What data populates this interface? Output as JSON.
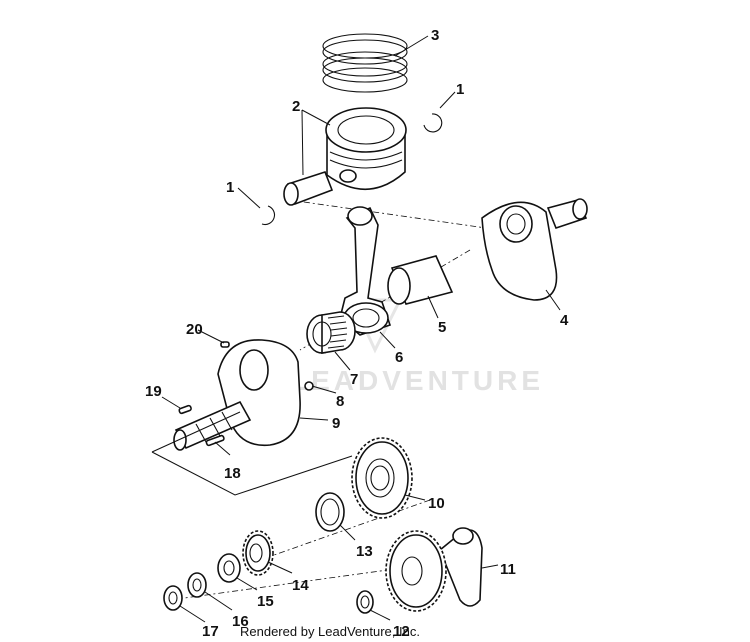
{
  "watermark": "LEADVENTURE",
  "credit": "Rendered by LeadVenture, Inc.",
  "callouts": {
    "c1a": "1",
    "c1b": "1",
    "c2": "2",
    "c3": "3",
    "c4": "4",
    "c5": "5",
    "c6": "6",
    "c7": "7",
    "c8": "8",
    "c9": "9",
    "c10": "10",
    "c11": "11",
    "c12": "12",
    "c13": "13",
    "c14": "14",
    "c15": "15",
    "c16": "16",
    "c17": "17",
    "c18": "18",
    "c19": "19",
    "c20": "20"
  }
}
